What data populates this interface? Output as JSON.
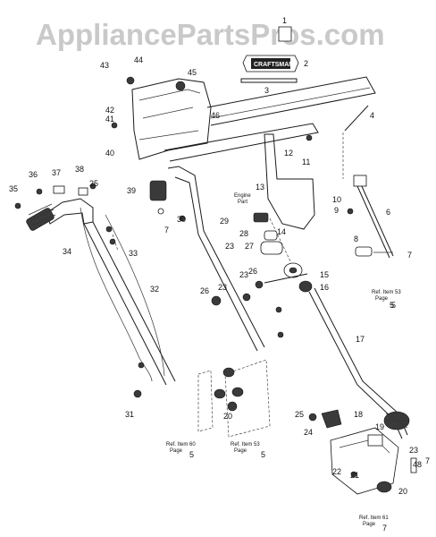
{
  "watermark": "AppliancePartsPros.com",
  "badge": "CRAFTSMAN",
  "engine_label": {
    "line1": "Engine",
    "line2": "Part"
  },
  "callouts": [
    {
      "n": "1"
    },
    {
      "n": "2"
    },
    {
      "n": "3"
    },
    {
      "n": "4"
    },
    {
      "n": "5"
    },
    {
      "n": "6"
    },
    {
      "n": "7"
    },
    {
      "n": "7"
    },
    {
      "n": "7"
    },
    {
      "n": "8"
    },
    {
      "n": "9"
    },
    {
      "n": "10"
    },
    {
      "n": "11"
    },
    {
      "n": "12"
    },
    {
      "n": "13"
    },
    {
      "n": "14"
    },
    {
      "n": "15"
    },
    {
      "n": "16"
    },
    {
      "n": "17"
    },
    {
      "n": "18"
    },
    {
      "n": "19"
    },
    {
      "n": "20"
    },
    {
      "n": "20"
    },
    {
      "n": "21"
    },
    {
      "n": "22"
    },
    {
      "n": "23"
    },
    {
      "n": "23"
    },
    {
      "n": "23"
    },
    {
      "n": "23"
    },
    {
      "n": "24"
    },
    {
      "n": "25"
    },
    {
      "n": "25"
    },
    {
      "n": "26"
    },
    {
      "n": "26"
    },
    {
      "n": "27"
    },
    {
      "n": "28"
    },
    {
      "n": "29"
    },
    {
      "n": "30"
    },
    {
      "n": "31"
    },
    {
      "n": "32"
    },
    {
      "n": "33"
    },
    {
      "n": "34"
    },
    {
      "n": "35"
    },
    {
      "n": "36"
    },
    {
      "n": "37"
    },
    {
      "n": "38"
    },
    {
      "n": "39"
    },
    {
      "n": "40"
    },
    {
      "n": "41"
    },
    {
      "n": "42"
    },
    {
      "n": "43"
    },
    {
      "n": "44"
    },
    {
      "n": "45"
    },
    {
      "n": "46"
    },
    {
      "n": "48"
    }
  ],
  "refs": [
    {
      "line1": "Ref. Item 53",
      "line2": "Page",
      "page": "5"
    },
    {
      "line1": "Ref. Item 60",
      "line2": "Page",
      "page": "5"
    },
    {
      "line1": "Ref. Item 53",
      "line2": "Page",
      "page": "5"
    },
    {
      "line1": "Ref. Item 61",
      "line2": "Page",
      "page": "7"
    }
  ]
}
